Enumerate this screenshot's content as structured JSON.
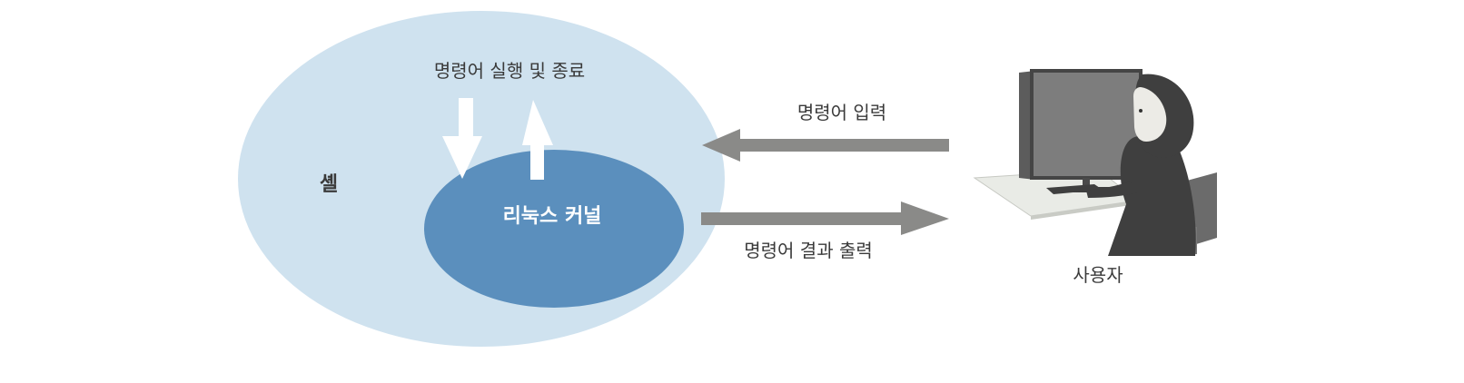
{
  "shell": {
    "label": "셸",
    "color": "#cfe2ef"
  },
  "kernel": {
    "label": "리눅스 커널",
    "color": "#5b8fbd"
  },
  "shell_to_kernel": {
    "label": "명령어 실행 및 종료"
  },
  "user_to_system": {
    "label": "명령어 입력"
  },
  "system_to_user": {
    "label": "명령어 결과 출력"
  },
  "user": {
    "label": "사용자"
  },
  "colors": {
    "arrow": "#8a8a88",
    "figure": "#3f3f3f",
    "monitor": "#7d7d7d"
  }
}
